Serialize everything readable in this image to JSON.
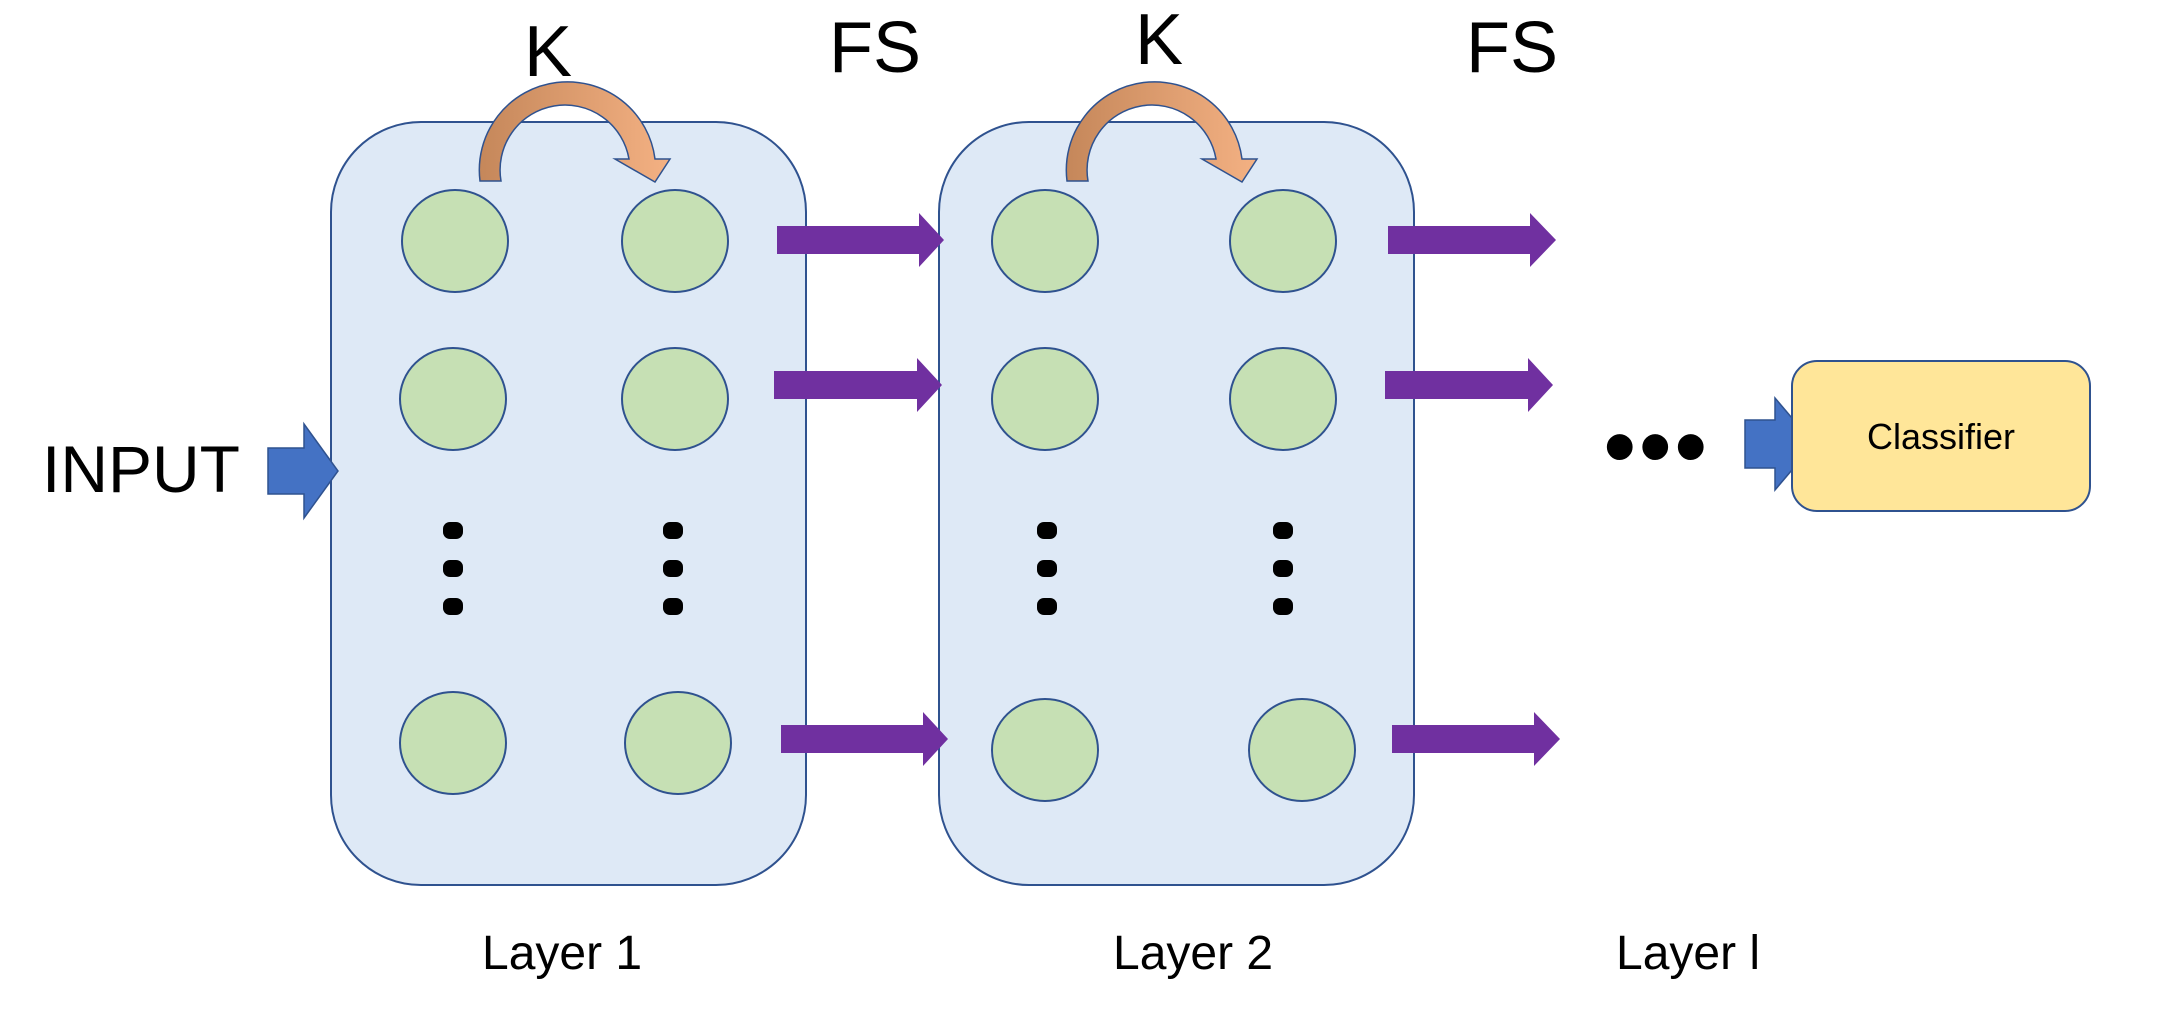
{
  "labels": {
    "input": "INPUT",
    "kernel": "K",
    "feature_selection": "FS",
    "ellipsis": "•••",
    "classifier": "Classifier"
  },
  "layers": [
    {
      "label": "Layer 1"
    },
    {
      "label": "Layer 2"
    },
    {
      "label": "Layer l"
    }
  ],
  "colors": {
    "layer_fill": "#dee9f6",
    "layer_stroke": "#2f528f",
    "node_fill": "#c6e0b4",
    "node_stroke": "#2f528f",
    "fs_arrow": "#7030a0",
    "input_arrow": "#4472c4",
    "classifier_fill": "#ffe699",
    "classifier_stroke": "#2f528f",
    "k_arrow_dark": "#c5875a",
    "k_arrow_light": "#f4b183"
  }
}
